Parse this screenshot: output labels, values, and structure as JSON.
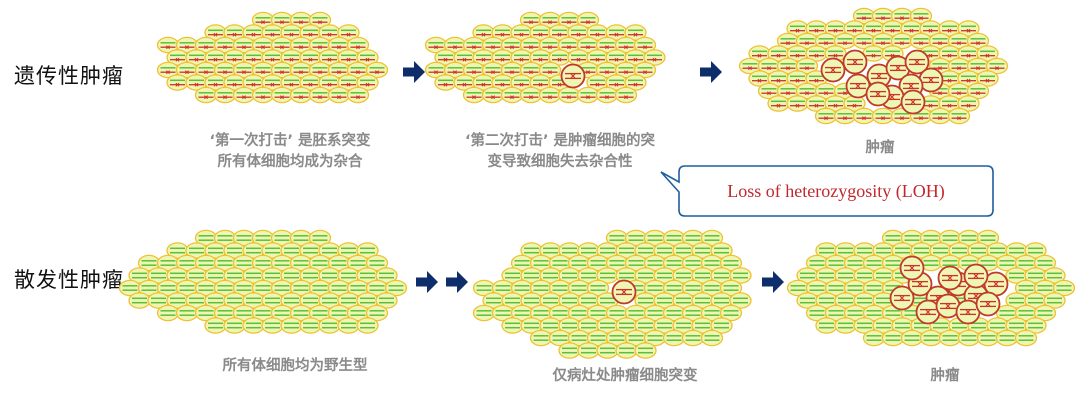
{
  "rows": {
    "hereditary": {
      "label": "遗传性肿瘤",
      "captions": [
        [
          "‘第一次打击’ 是胚系突变",
          "所有体细胞均成为杂合"
        ],
        [
          "‘第二次打击’ 是肿瘤细胞的突",
          "变导致细胞失去杂合性"
        ],
        [
          "肿瘤"
        ]
      ]
    },
    "sporadic": {
      "label": "散发性肿瘤",
      "captions": [
        [
          "所有体细胞均为野生型"
        ],
        [
          "仅病灶处肿瘤细胞突变"
        ],
        [
          "肿瘤"
        ]
      ]
    }
  },
  "callout": {
    "text": "Loss of heterozygosity (LOH)"
  },
  "colors": {
    "cell_fill": "#eef6b4",
    "cell_stroke": "#f0c030",
    "chromosome": "#5cbf3a",
    "mutation": "#d0302a",
    "tumor_ring": "#c0392b",
    "arrow": "#0d2d6b",
    "callout_border": "#1e5fa0",
    "callout_text": "#c0282d"
  }
}
